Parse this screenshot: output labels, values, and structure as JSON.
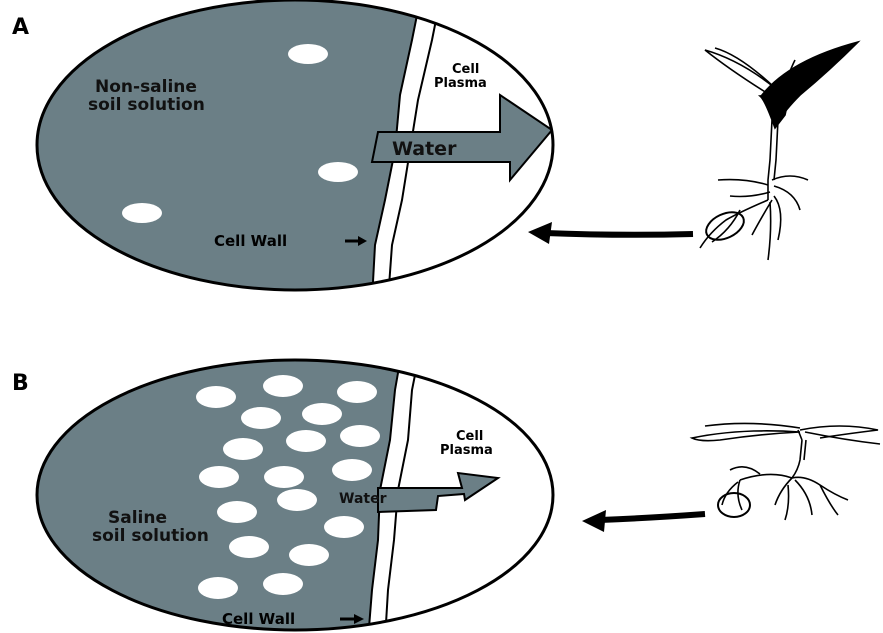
{
  "panel_a": {
    "letter": "A",
    "soil_line1": "Non-saline",
    "soil_line2": "soil solution",
    "plasma_line1": "Cell",
    "plasma_line2": "Plasma",
    "water": "Water",
    "cell_wall": "Cell Wall"
  },
  "panel_b": {
    "letter": "B",
    "soil_line1": "Saline",
    "soil_line2": "soil solution",
    "plasma_line1": "Cell",
    "plasma_line2": "Plasma",
    "water": "Water",
    "cell_wall": "Cell Wall"
  },
  "colors": {
    "soil": "#6b7f86",
    "outline": "#000000",
    "salt": "#ffffff"
  }
}
